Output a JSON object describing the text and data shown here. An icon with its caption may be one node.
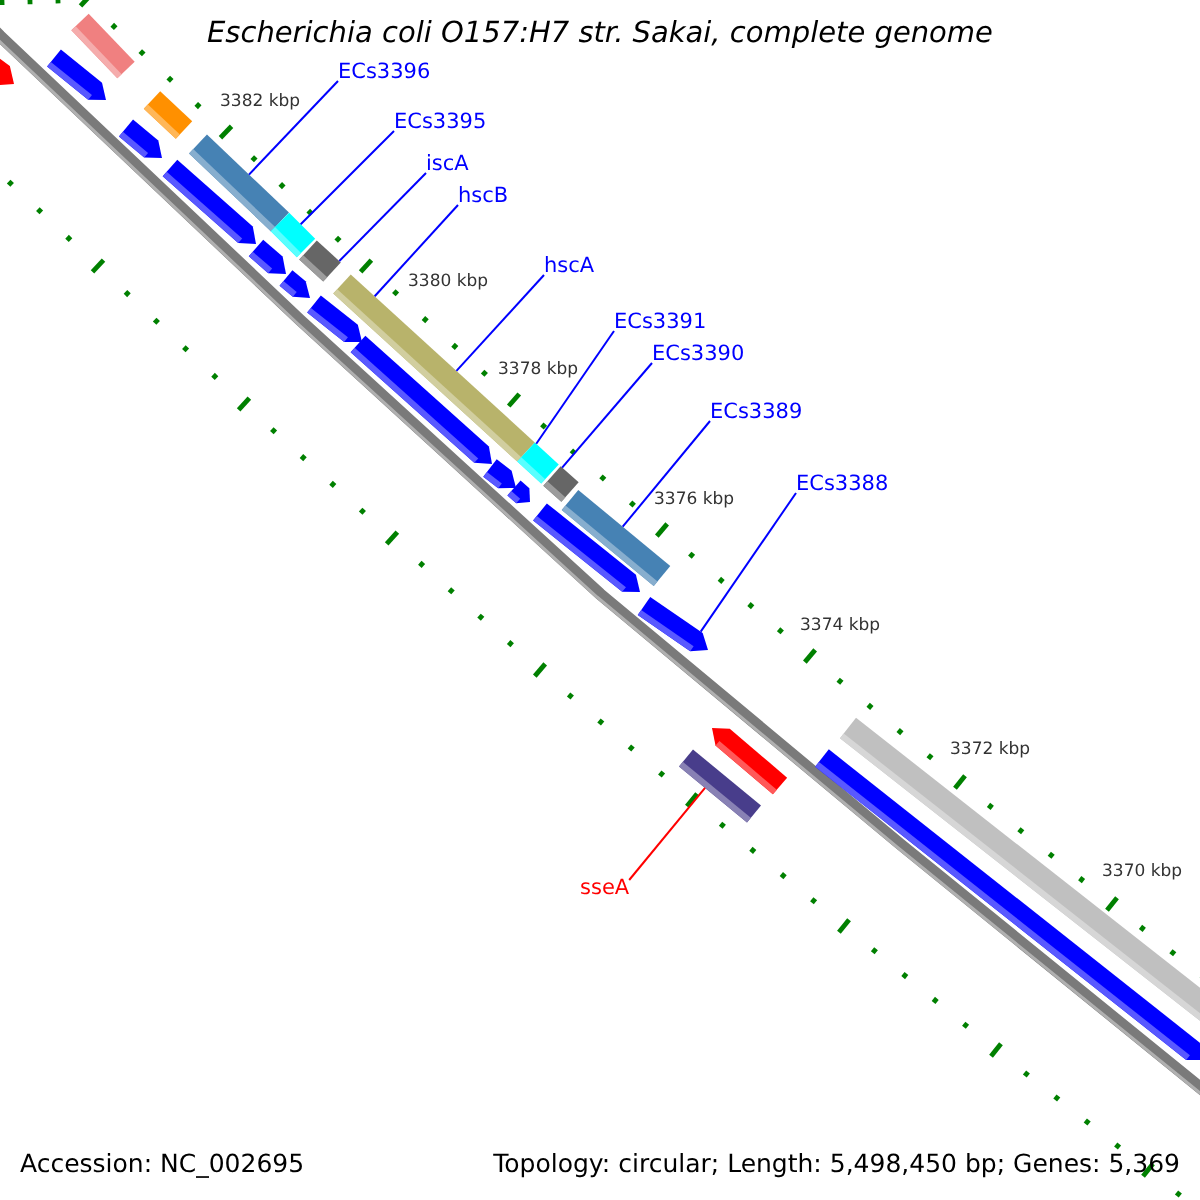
{
  "diagram": {
    "title": "Escherichia coli O157:H7 str. Sakai, complete genome",
    "nodes": [
      {
        "text": [
          "ECs3396"
        ]
      },
      {
        "text": [
          "ECs3395"
        ]
      },
      {
        "text": [
          "iscA"
        ]
      },
      {
        "text": [
          "hscB"
        ]
      },
      {
        "text": [
          "hscA"
        ]
      },
      {
        "text": [
          "ECs3391"
        ]
      },
      {
        "text": [
          "ECs3390"
        ]
      },
      {
        "text": [
          "ECs3389"
        ]
      },
      {
        "text": [
          "ECs3388"
        ]
      },
      {
        "text": [
          "sseA"
        ]
      },
      {
        "text": [],
        "shape": "pentagon"
      },
      {
        "text": [],
        "shape": "pentagon"
      },
      {
        "text": [],
        "shape": "bar"
      },
      {
        "text": [],
        "shape": "pentagon"
      },
      {
        "text": [],
        "shape": "bar"
      },
      {
        "text": [],
        "shape": "pentagon"
      },
      {
        "text": [],
        "shape": "bar"
      },
      {
        "text": [],
        "shape": "pentagon"
      },
      {
        "text": [],
        "shape": "bar"
      },
      {
        "text": [],
        "shape": "pentagon"
      },
      {
        "text": [],
        "shape": "bar"
      },
      {
        "text": [],
        "shape": "pentagon"
      },
      {
        "text": [],
        "shape": "bar"
      },
      {
        "text": [],
        "shape": "pentagon"
      },
      {
        "text": [],
        "shape": "pentagon"
      },
      {
        "text": [],
        "shape": "pentagon"
      },
      {
        "text": [],
        "shape": "bar"
      },
      {
        "text": [],
        "shape": "pentagon"
      },
      {
        "text": [],
        "shape": "bar"
      },
      {
        "text": [],
        "shape": "bar"
      },
      {
        "text": [],
        "shape": "pentagon"
      },
      {
        "text": [],
        "shape": "bar"
      },
      {
        "text": [],
        "shape": "pentagon"
      },
      {
        "text": [],
        "shape": "pentagon"
      },
      {
        "text": [],
        "shape": "bar"
      }
    ],
    "edges": [
      {
        "from": 0,
        "to": 16,
        "arrow": "none"
      },
      {
        "from": 1,
        "to": 18,
        "arrow": "none"
      },
      {
        "from": 2,
        "to": 20,
        "arrow": "none"
      },
      {
        "from": 3,
        "to": 22,
        "arrow": "none"
      },
      {
        "from": 4,
        "to": 22,
        "arrow": "none"
      },
      {
        "from": 5,
        "to": 26,
        "arrow": "none"
      },
      {
        "from": 6,
        "to": 28,
        "arrow": "none"
      },
      {
        "from": 7,
        "to": 29,
        "arrow": "none"
      },
      {
        "from": 8,
        "to": 30,
        "arrow": "none"
      },
      {
        "from": 9,
        "to": 31,
        "arrow": "none",
        "color": "#ff0000"
      }
    ],
    "labels": [
      "3382 kbp",
      "3380 kbp",
      "3378 kbp",
      "3376 kbp",
      "3374 kbp",
      "3372 kbp",
      "3370 kbp",
      "Accession: NC_002695",
      "Topology: circular; Length: 5,498,450 bp; Genes: 5,369"
    ]
  }
}
